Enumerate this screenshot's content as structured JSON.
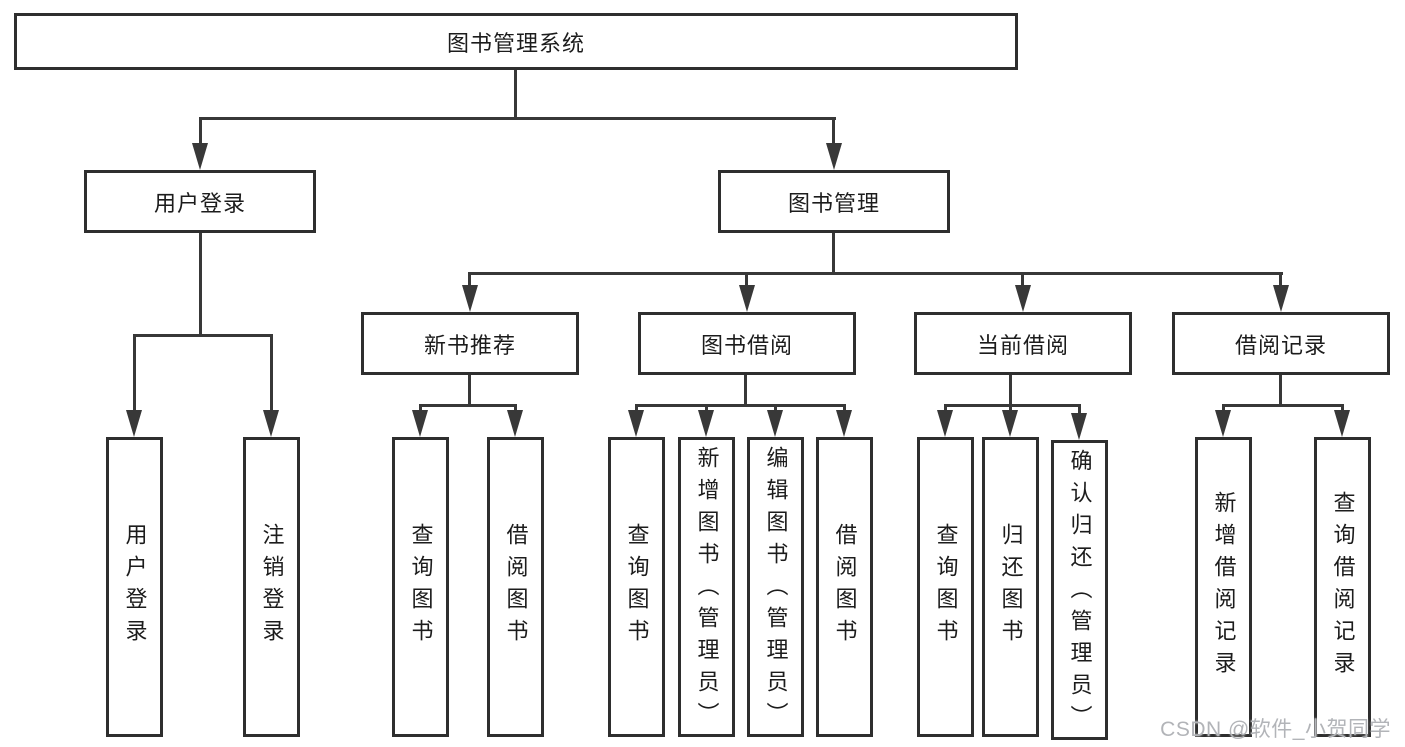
{
  "diagram": {
    "root": "图书管理系统",
    "level2": [
      {
        "label": "用户登录",
        "children": [
          "用户登录",
          "注销登录"
        ]
      },
      {
        "label": "图书管理",
        "children": [
          {
            "label": "新书推荐",
            "children": [
              "查询图书",
              "借阅图书"
            ]
          },
          {
            "label": "图书借阅",
            "children": [
              "查询图书",
              "新增图书（管理员）",
              "编辑图书（管理员）",
              "借阅图书"
            ]
          },
          {
            "label": "当前借阅",
            "children": [
              "查询图书",
              "归还图书",
              "确认归还（管理员）"
            ]
          },
          {
            "label": "借阅记录",
            "children": [
              "新增借阅记录",
              "查询借阅记录"
            ]
          }
        ]
      }
    ]
  },
  "watermark": "CSDN @软件_小贺同学",
  "colors": {
    "line": "#383838",
    "box_border": "#2e2e2e",
    "text": "#1c1c1c",
    "watermark": "#b2b4b8",
    "background": "#ffffff"
  }
}
